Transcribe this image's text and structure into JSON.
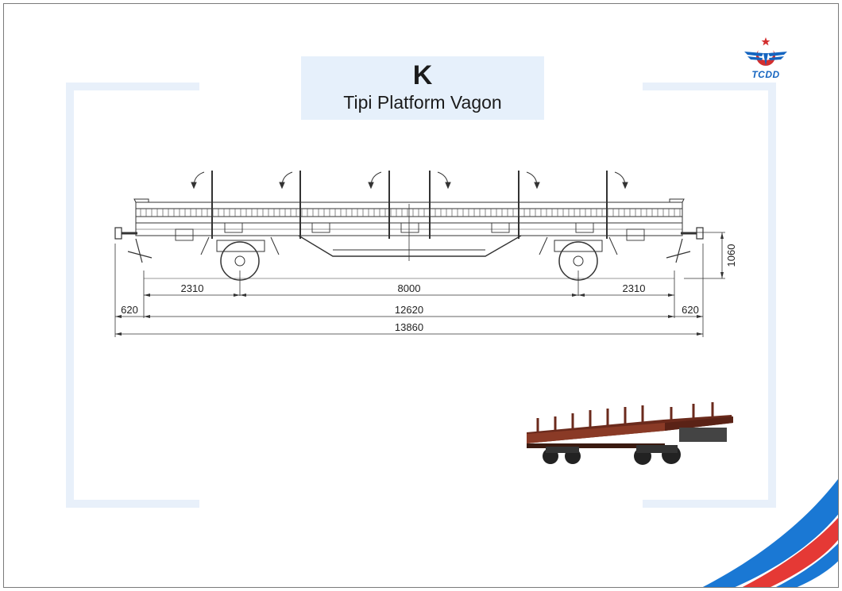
{
  "title": {
    "type_letter": "K",
    "subtitle": "Tipi Platform Vagon"
  },
  "logo": {
    "text": "TCDD",
    "icon": "tcdd-logo-icon",
    "colors": {
      "blue": "#1565c0",
      "red": "#d32f2f"
    }
  },
  "dimensions": {
    "bogie_overhang_left": "2310",
    "bogie_center_distance": "8000",
    "bogie_overhang_right": "2310",
    "buffer_left": "620",
    "body_length": "12620",
    "buffer_right": "620",
    "total_length": "13860",
    "height": "1060"
  },
  "colors": {
    "accent_light": "#e6f0fb",
    "stripe_blue": "#1a78d4",
    "stripe_red": "#e53935",
    "wagon_brown": "#6b2a1c"
  }
}
